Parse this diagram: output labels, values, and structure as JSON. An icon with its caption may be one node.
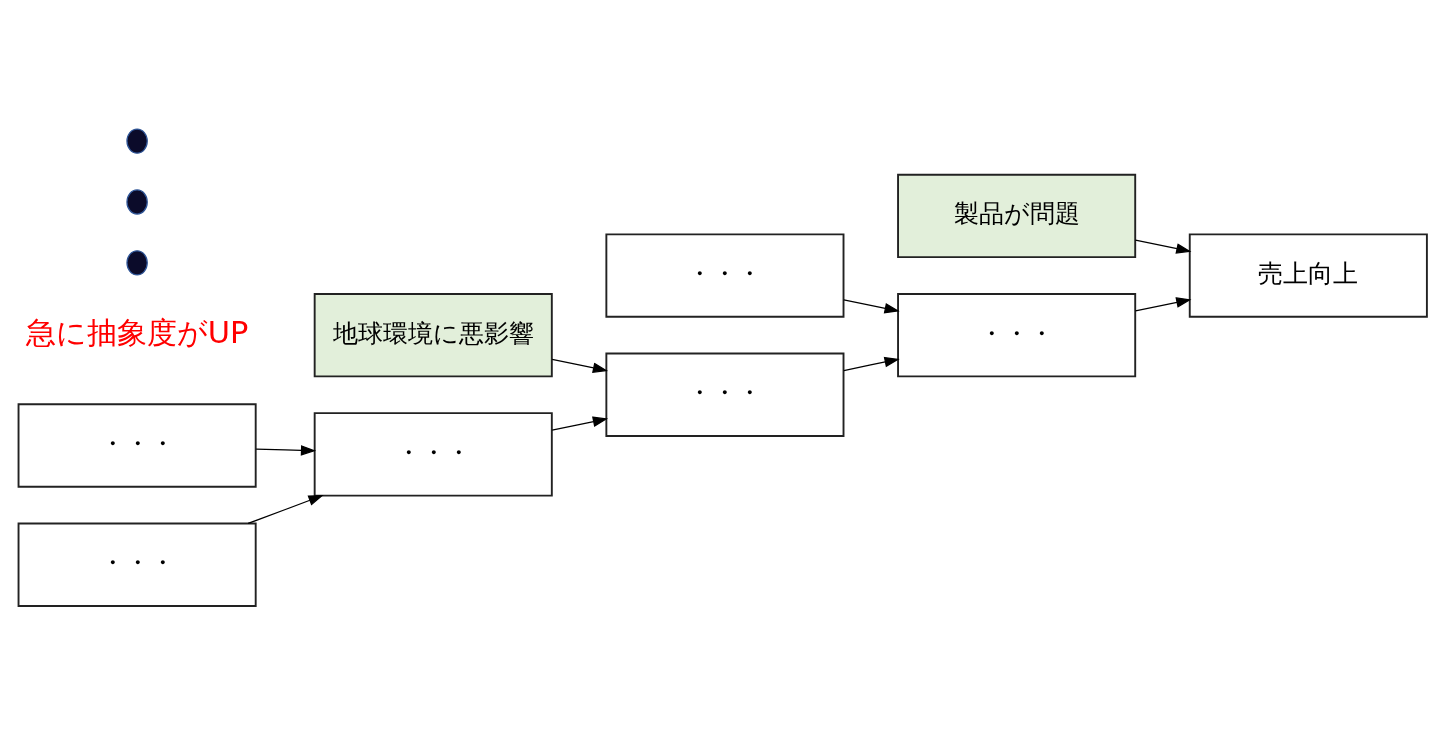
{
  "diagram": {
    "nodes": [
      {
        "text": [
          "製品が問題"
        ]
      },
      {
        "text": [
          "売上向上"
        ]
      },
      {
        "text": [
          "・・・"
        ]
      },
      {
        "text": [
          "・・・"
        ]
      },
      {
        "text": [
          "地球環境に悪影響"
        ]
      },
      {
        "text": [
          "・・・"
        ]
      },
      {
        "text": [
          "・・・"
        ]
      },
      {
        "text": [
          "・・・"
        ]
      },
      {
        "text": [
          "・・・"
        ]
      },
      {
        "text": [],
        "shape": "circle"
      },
      {
        "text": [],
        "shape": "circle"
      },
      {
        "text": [],
        "shape": "circle"
      }
    ],
    "edges": [
      {
        "from": 0,
        "to": 1,
        "arrow": "to"
      },
      {
        "from": 3,
        "to": 1,
        "arrow": "to"
      },
      {
        "from": 2,
        "to": 3,
        "arrow": "to"
      },
      {
        "from": 5,
        "to": 3,
        "arrow": "to"
      },
      {
        "from": 4,
        "to": 5,
        "arrow": "to"
      },
      {
        "from": 7,
        "to": 5,
        "arrow": "to"
      },
      {
        "from": 6,
        "to": 7,
        "arrow": "to"
      },
      {
        "from": 8,
        "to": 7,
        "arrow": "to"
      }
    ],
    "labels": [
      "急に抽象度がUP"
    ]
  }
}
